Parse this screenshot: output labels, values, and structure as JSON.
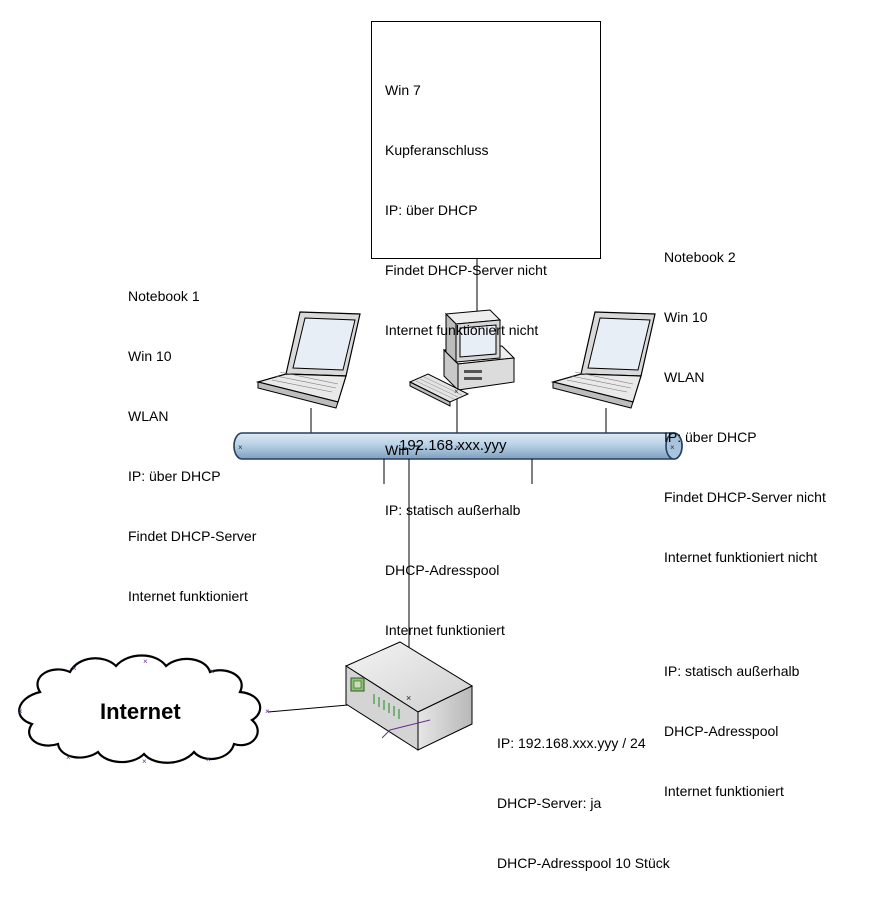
{
  "desktop_box": {
    "lines": [
      "Win 7",
      "Kupferanschluss",
      "IP: über DHCP",
      "Findet DHCP-Server nicht",
      "Internet funktioniert nicht",
      "",
      "Win 7",
      "IP: statisch außerhalb",
      "DHCP-Adresspool",
      "Internet funktioniert"
    ]
  },
  "notebook1": {
    "lines": [
      "Notebook 1",
      "Win 10",
      "WLAN",
      "IP: über DHCP",
      "Findet DHCP-Server",
      "Internet funktioniert"
    ]
  },
  "notebook2": {
    "lines": [
      "Notebook 2",
      "Win 10",
      "WLAN",
      "IP: über DHCP",
      "Findet DHCP-Server nicht",
      "Internet funktioniert nicht",
      "",
      "IP: statisch außerhalb",
      "DHCP-Adresspool",
      "Internet funktioniert"
    ]
  },
  "bus": {
    "label": "192.168.xxx.yyy"
  },
  "cloud": {
    "label": "Internet"
  },
  "router": {
    "lines": [
      "IP: 192.168.xxx.yyy / 24",
      "DHCP-Server: ja",
      "DHCP-Adresspool 10 Stück"
    ]
  },
  "colors": {
    "bus_fill": "#b9d1e6",
    "bus_stroke": "#243f60",
    "line": "#000000",
    "marker": "#6b2f8f"
  }
}
